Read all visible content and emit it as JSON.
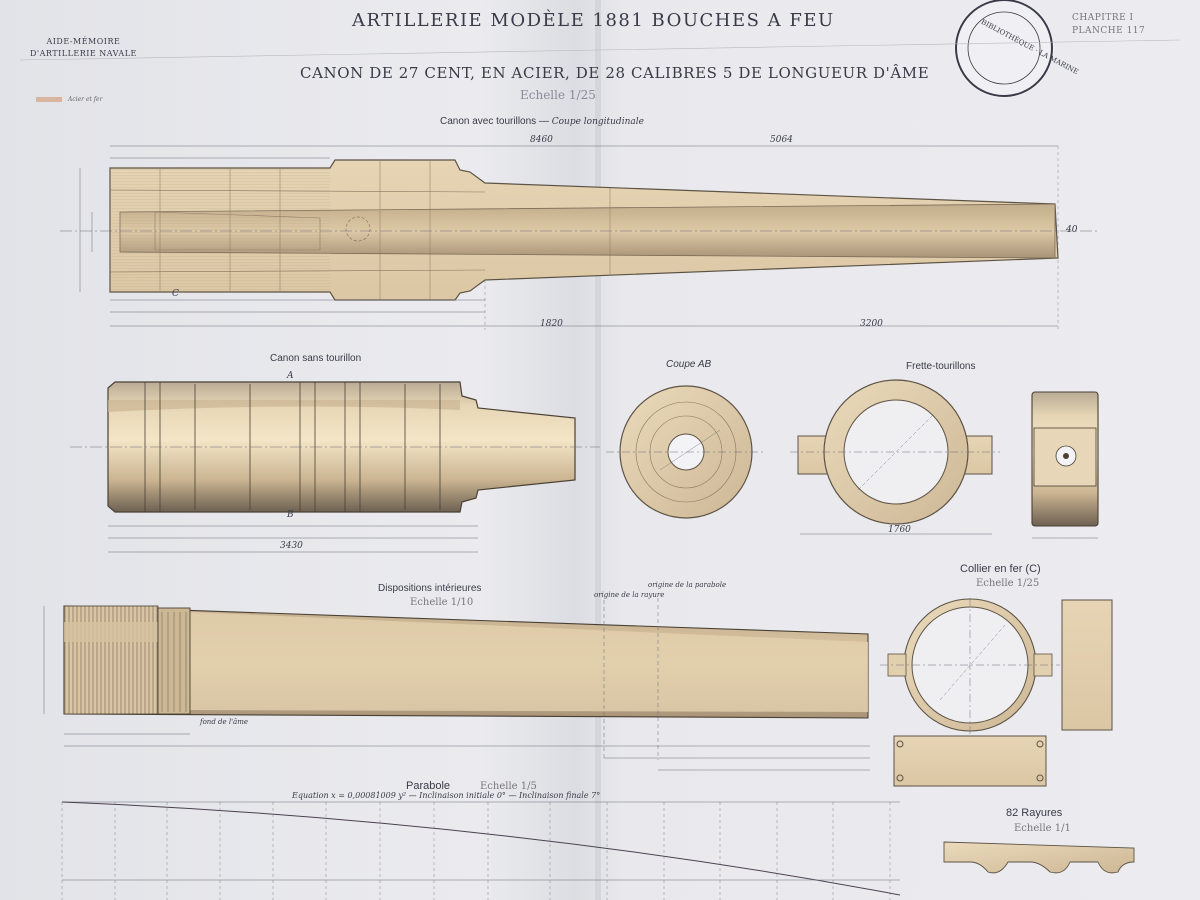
{
  "header": {
    "left_line1": "AIDE-MÉMOIRE",
    "left_line2": "D'ARTILLERIE NAVALE",
    "title": "ARTILLERIE MODÈLE 1881 BOUCHES A FEU",
    "chapter": "CHAPITRE I",
    "plate": "PLANCHE 117",
    "subtitle": "CANON DE 27 CENT, EN ACIER, DE 28 CALIBRES 5 DE LONGUEUR D'ÂME",
    "scale": "Echelle 1/25"
  },
  "legend": {
    "label": "Acier et fer",
    "color": "#d9b5a0"
  },
  "stamp": {
    "text": "BIBLIOTHÈQUE · LA MARINE"
  },
  "views": {
    "trunnion_gun": {
      "title": "Canon avec tourillons",
      "subtitle": "Coupe longitudinale",
      "overall_length": "8460",
      "chase_length": "5064",
      "dim_a": "40",
      "dim_b": "1820",
      "dim_c": "3200",
      "label_c": "C"
    },
    "gun_no_trunnion": {
      "title": "Canon sans tourillon",
      "label_a": "A",
      "label_b": "B",
      "dim_total": "3430"
    },
    "section_ab": {
      "title": "Coupe AB"
    },
    "trunnion_ring": {
      "title": "Frette-tourillons",
      "dim": "1760"
    },
    "interior": {
      "title": "Dispositions intérieures",
      "scale": "Echelle 1/10",
      "note_left": "origine de la rayure",
      "note_right": "origine de la parabole",
      "note_bottom": "fond de l'âme"
    },
    "iron_collar": {
      "title": "Collier en fer (C)",
      "scale": "Echelle 1/25"
    },
    "parabola": {
      "title": "Parabole",
      "scale": "Echelle 1/5",
      "equation": "Equation  x = 0,00081009 y²  —  Inclinaison initiale 0°  —  Inclinaison finale 7°"
    },
    "rifling": {
      "title": "82 Rayures",
      "scale": "Echelle 1/1"
    }
  }
}
